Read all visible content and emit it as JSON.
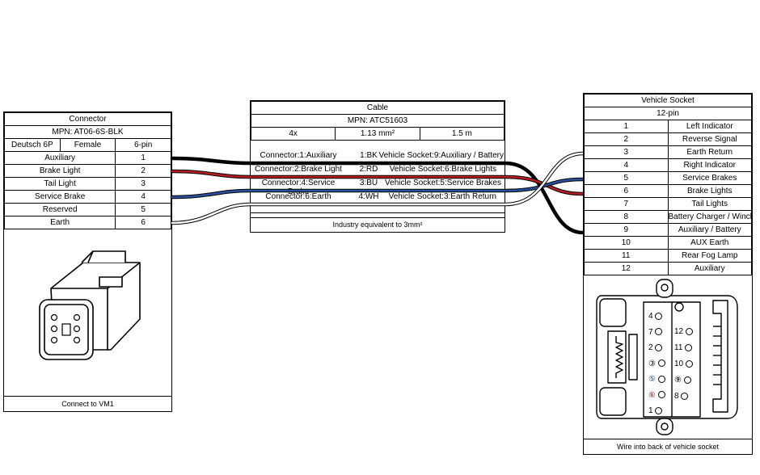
{
  "connector": {
    "title": "Connector",
    "mpn": "MPN: AT06-6S-BLK",
    "spec": [
      "Deutsch 6P",
      "Female",
      "6-pin"
    ],
    "pins": [
      {
        "label": "Auxiliary",
        "num": "1"
      },
      {
        "label": "Brake Light",
        "num": "2"
      },
      {
        "label": "Tail Light",
        "num": "3"
      },
      {
        "label": "Service Brake",
        "num": "4"
      },
      {
        "label": "Reserved",
        "num": "5"
      },
      {
        "label": "Earth",
        "num": "6"
      }
    ],
    "caption": "Connect to VM1"
  },
  "cable": {
    "title": "Cable",
    "mpn": "MPN: ATC51603",
    "spec": [
      "4x",
      "1.13 mm²",
      "1.5 m"
    ],
    "wires": [
      {
        "from": "Connector:1:Auxiliary",
        "code": "1:BK",
        "to": "Vehicle Socket:9:Auxiliary / Battery",
        "color": "#000000"
      },
      {
        "from": "Connector:2:Brake Light",
        "code": "2:RD",
        "to": "Vehicle Socket:6:Brake Lights",
        "color": "#b51f1f"
      },
      {
        "from": "Connector:4:Service Brake",
        "code": "3:BU",
        "to": "Vehicle Socket:5:Service Brakes",
        "color": "#2c4f9e"
      },
      {
        "from": "Connector:6:Earth",
        "code": "4:WH",
        "to": "Vehicle Socket:3:Earth Return",
        "color": "#ffffff"
      }
    ],
    "note": "Industry equivalent to 3mm²"
  },
  "socket": {
    "title": "Vehicle Socket",
    "spec": "12-pin",
    "pins": [
      {
        "num": "1",
        "label": "Left Indicator"
      },
      {
        "num": "2",
        "label": "Reverse Signal"
      },
      {
        "num": "3",
        "label": "Earth Return"
      },
      {
        "num": "4",
        "label": "Right Indicator"
      },
      {
        "num": "5",
        "label": "Service Brakes"
      },
      {
        "num": "6",
        "label": "Brake Lights"
      },
      {
        "num": "7",
        "label": "Tail Lights"
      },
      {
        "num": "8",
        "label": "Battery Charger / Winch"
      },
      {
        "num": "9",
        "label": "Auxiliary / Battery"
      },
      {
        "num": "10",
        "label": "AUX Earth"
      },
      {
        "num": "11",
        "label": "Rear Fog Lamp"
      },
      {
        "num": "12",
        "label": "Auxiliary"
      }
    ],
    "caption": "Wire into back of vehicle socket",
    "face_left": [
      "4",
      "7",
      "2",
      "③",
      "⑤",
      "⑥",
      "1"
    ],
    "face_right": [
      "12",
      "11",
      "10",
      "⑨",
      "8"
    ]
  }
}
